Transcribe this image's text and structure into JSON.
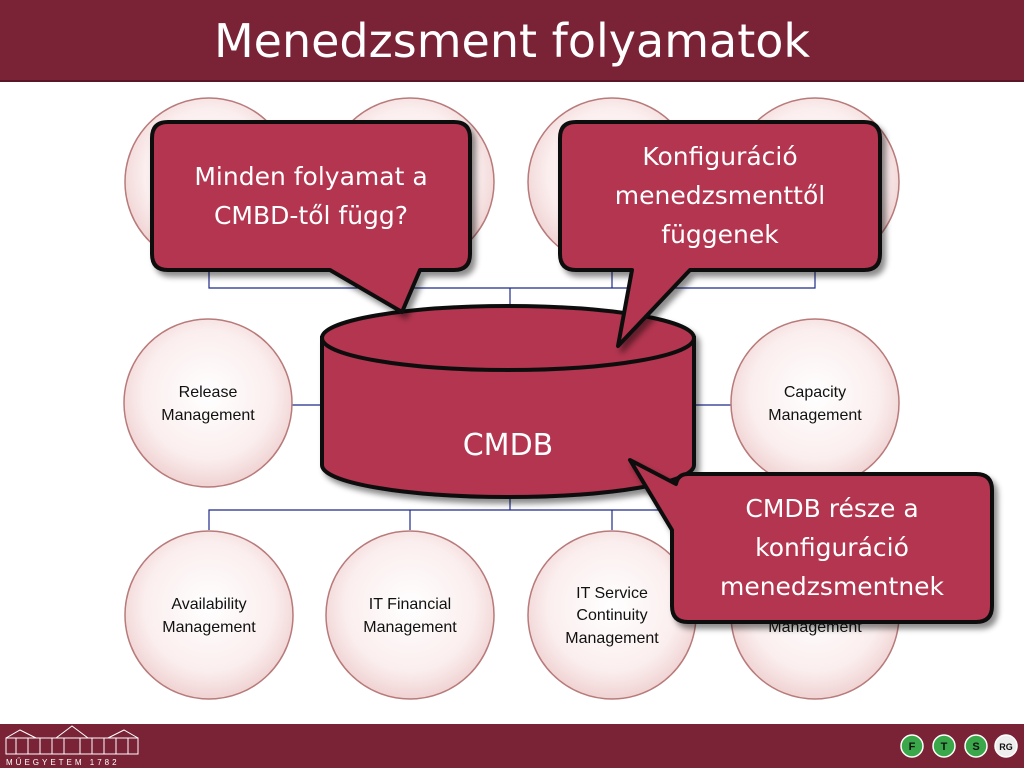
{
  "title": "Menedzsment folyamatok",
  "cmdb_label": "CMDB",
  "nodes": {
    "release": [
      "Release",
      "Management"
    ],
    "capacity": [
      "Capacity",
      "Management"
    ],
    "availability": [
      "Availability",
      "Management"
    ],
    "financial": [
      "IT Financial",
      "Management"
    ],
    "continuity": [
      "IT Service",
      "Continuity",
      "Management"
    ],
    "hidden_partial": [
      "Management"
    ]
  },
  "callouts": {
    "left": [
      "Minden folyamat a",
      "CMBD-től függ?"
    ],
    "right": [
      "Konfiguráció",
      "menedzsmenttől",
      "függenek"
    ],
    "bottom": [
      "CMDB része a",
      "konfiguráció",
      "menedzsmentnek"
    ]
  },
  "footer": {
    "university_logo_text": "MŰEGYETEM 1782",
    "group_logo_letters": [
      "F",
      "T",
      "S",
      "RG"
    ]
  },
  "colors": {
    "header": "#7a2236",
    "callout_fill": "#b3354f",
    "node_stroke": "#b87a7a",
    "connector": "#1f2a8a"
  }
}
